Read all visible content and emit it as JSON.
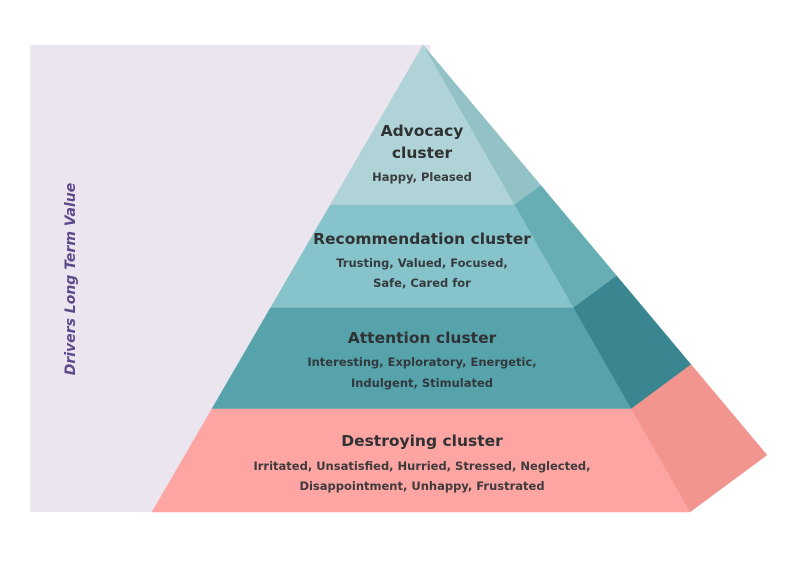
{
  "side_label": "Drivers Long Term Value",
  "colors": {
    "panel": "#ebe5f0",
    "side_label": "#5e4a8a",
    "text": "#2f3133"
  },
  "layers": [
    {
      "id": "advocacy",
      "title_lines": [
        "Advocacy",
        "cluster"
      ],
      "emotions_lines": [
        "Happy, Pleased"
      ],
      "front_color": "#afd3d6",
      "side_color": "#92c1c6"
    },
    {
      "id": "recommendation",
      "title_lines": [
        "Recommendation cluster"
      ],
      "emotions_lines": [
        "Trusting, Valued, Focused,",
        "Safe, Cared for"
      ],
      "front_color": "#86c3ca",
      "side_color": "#66adb4"
    },
    {
      "id": "attention",
      "title_lines": [
        "Attention cluster"
      ],
      "emotions_lines": [
        "Interesting, Exploratory, Energetic,",
        "Indulgent, Stimulated"
      ],
      "front_color": "#56a3ac",
      "side_color": "#398690"
    },
    {
      "id": "destroying",
      "title_lines": [
        "Destroying cluster"
      ],
      "emotions_lines": [
        "Irritated, Unsatisfied, Hurried, Stressed, Neglected,",
        "Disappointment, Unhappy, Frustrated"
      ],
      "front_color": "#fda5a2",
      "side_color": "#f2958f"
    }
  ]
}
